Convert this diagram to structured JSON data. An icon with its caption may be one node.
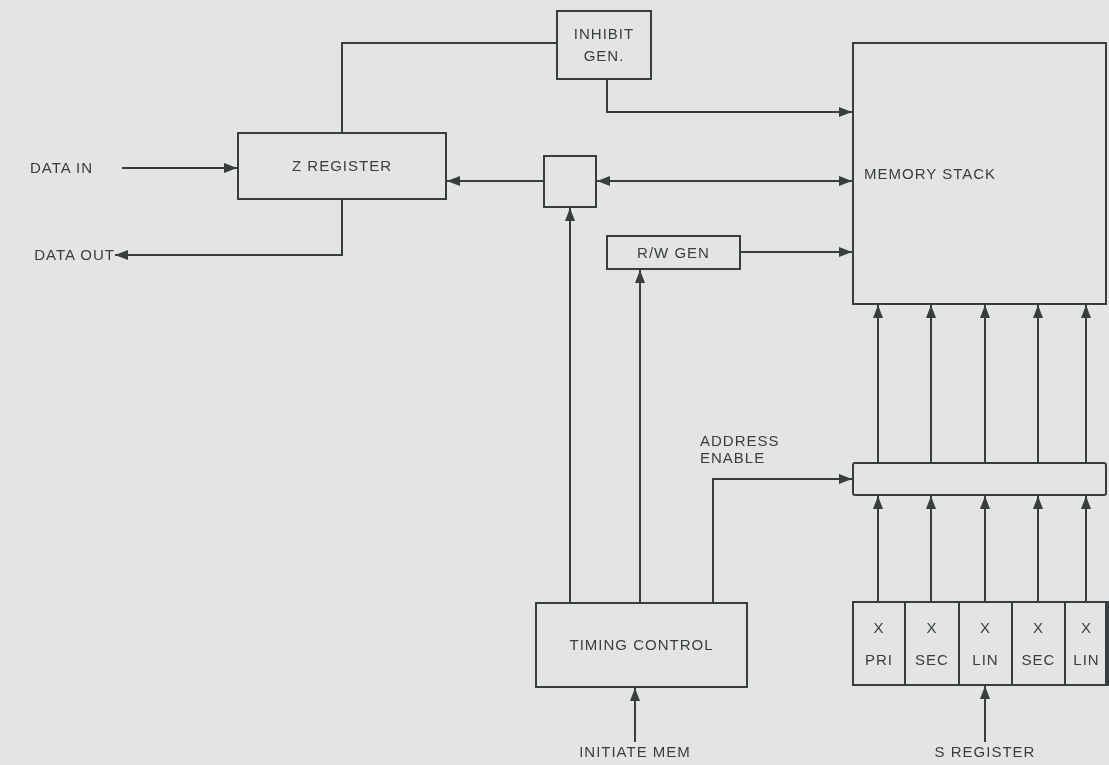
{
  "diagram": {
    "nodes": [
      {
        "text": [
          "INHIBIT GEN."
        ]
      },
      {
        "text": [
          "MEMORY STACK"
        ]
      },
      {
        "text": [
          "DATA IN"
        ]
      },
      {
        "text": [
          "Z REGISTER"
        ]
      },
      {
        "text": [],
        "shape": "box"
      },
      {
        "text": [
          "DATA OUT"
        ]
      },
      {
        "text": [
          "R/W GEN"
        ]
      },
      {
        "text": [],
        "shape": "bar"
      },
      {
        "text": [
          "TIMING CONTROL"
        ]
      },
      {
        "text": [],
        "shape": "box"
      },
      {
        "text": [
          "X",
          "PRI"
        ],
        "in": 9
      },
      {
        "text": [
          "X",
          "SEC"
        ],
        "in": 9
      },
      {
        "text": [
          "X",
          "LIN"
        ],
        "in": 9
      },
      {
        "text": [
          "X",
          "SEC"
        ],
        "in": 9
      },
      {
        "text": [
          "X",
          "LIN"
        ],
        "in": 9
      },
      {
        "text": [
          "INITIATE MEM"
        ]
      },
      {
        "text": [
          "S REGISTER"
        ]
      }
    ],
    "edges": [
      {
        "from": 3,
        "to": 0,
        "arrow": "none"
      },
      {
        "from": 0,
        "to": 1,
        "arrow": "to"
      },
      {
        "from": 2,
        "to": 3,
        "arrow": "to"
      },
      {
        "from": 3,
        "to": 5,
        "arrow": "to"
      },
      {
        "from": 4,
        "to": 3,
        "arrow": "to"
      },
      {
        "from": 4,
        "to": 1,
        "arrow": "both"
      },
      {
        "from": 8,
        "to": 4,
        "arrow": "to"
      },
      {
        "from": 8,
        "to": 6,
        "arrow": "to"
      },
      {
        "from": 6,
        "to": 1,
        "arrow": "to"
      },
      {
        "from": 8,
        "to": 7,
        "arrow": "to",
        "label": "ADDRESS ENABLE"
      },
      {
        "from": 7,
        "to": 1,
        "arrow": "to"
      },
      {
        "from": 7,
        "to": 1,
        "arrow": "to"
      },
      {
        "from": 7,
        "to": 1,
        "arrow": "to"
      },
      {
        "from": 7,
        "to": 1,
        "arrow": "to"
      },
      {
        "from": 7,
        "to": 1,
        "arrow": "to"
      },
      {
        "from": 10,
        "to": 7,
        "arrow": "to"
      },
      {
        "from": 11,
        "to": 7,
        "arrow": "to"
      },
      {
        "from": 12,
        "to": 7,
        "arrow": "to"
      },
      {
        "from": 13,
        "to": 7,
        "arrow": "to"
      },
      {
        "from": 14,
        "to": 7,
        "arrow": "to"
      },
      {
        "from": 15,
        "to": 8,
        "arrow": "to"
      },
      {
        "from": 16,
        "to": 9,
        "arrow": "to"
      }
    ]
  }
}
